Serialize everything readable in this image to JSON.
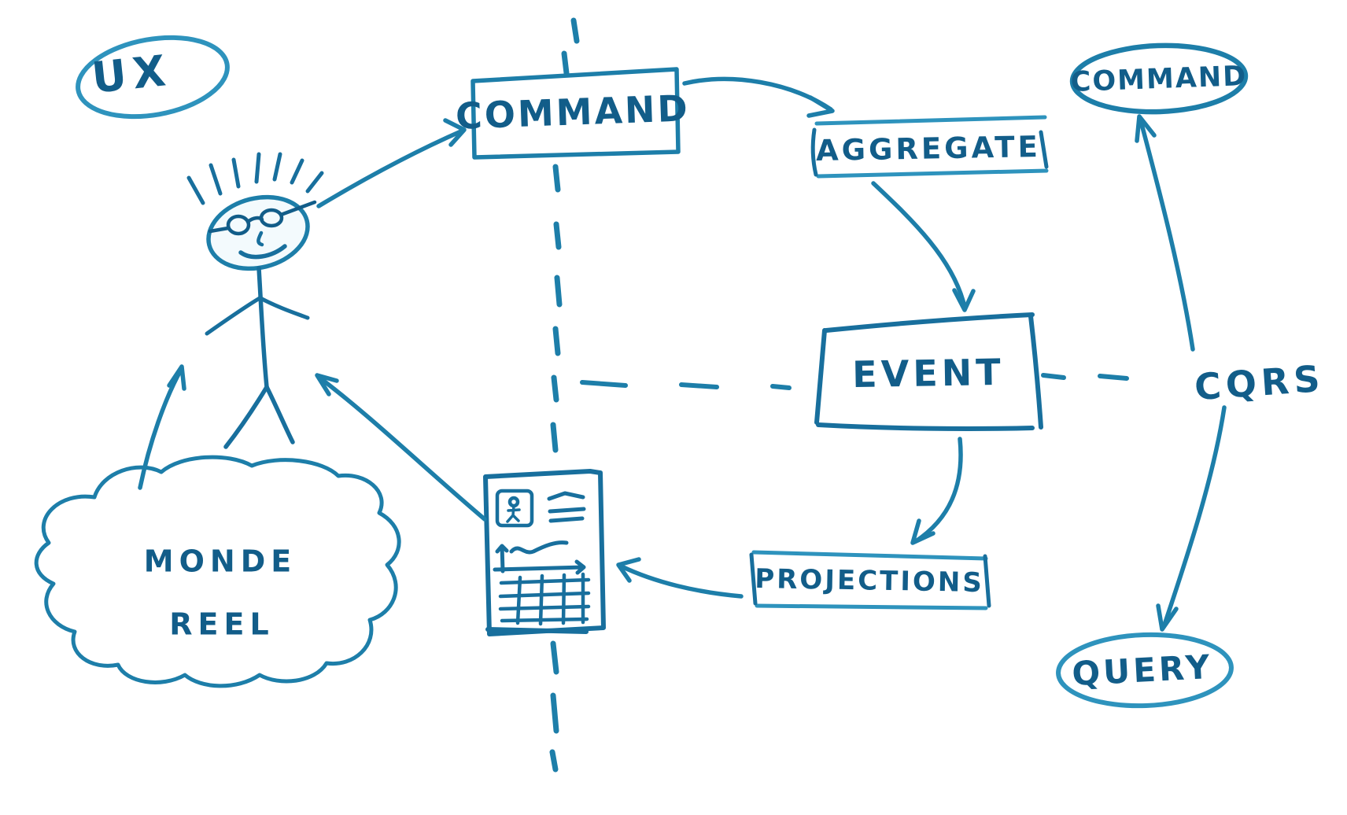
{
  "diagram_title": "CQRS event-sourcing whiteboard sketch",
  "ink_colors": {
    "dark": "#125d89",
    "mid": "#1d7ea9",
    "light": "#3fa4cb"
  },
  "nodes": {
    "ux": {
      "label": "UX"
    },
    "command_box": {
      "label": "COMMAND"
    },
    "aggregate_box": {
      "label": "AGGREGATE"
    },
    "event_box": {
      "label": "EVENT"
    },
    "projections_box": {
      "label": "PROJECTIONS"
    },
    "command_oval": {
      "label": "COMMAND"
    },
    "query_oval": {
      "label": "QUERY"
    },
    "cqrs": {
      "label": "CQRS"
    },
    "real_world_cloud": {
      "line1": "MONDE",
      "line2": "REEL"
    }
  },
  "icons": {
    "actor": "stick-figure-user-icon",
    "report": "report-document-icon"
  }
}
